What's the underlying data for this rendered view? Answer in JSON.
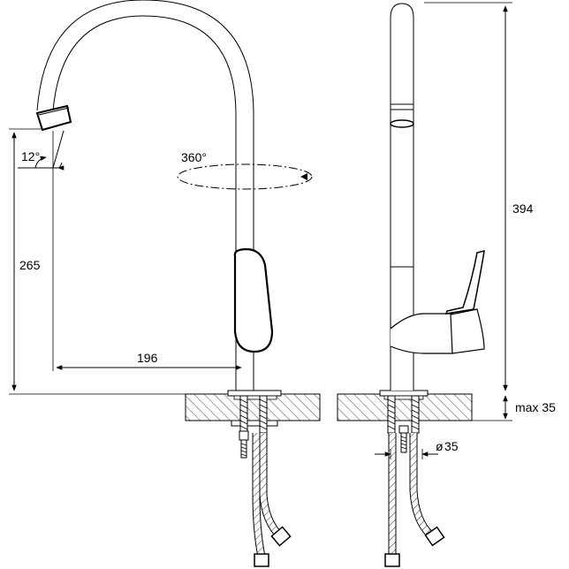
{
  "labels": {
    "tilt_angle": "12°",
    "rotation": "360°",
    "spout_height": "265",
    "reach": "196",
    "total_height": "394",
    "max_thickness": "max 35",
    "hole_diameter": "35"
  },
  "icons": {
    "diameter_symbol": "ø"
  }
}
